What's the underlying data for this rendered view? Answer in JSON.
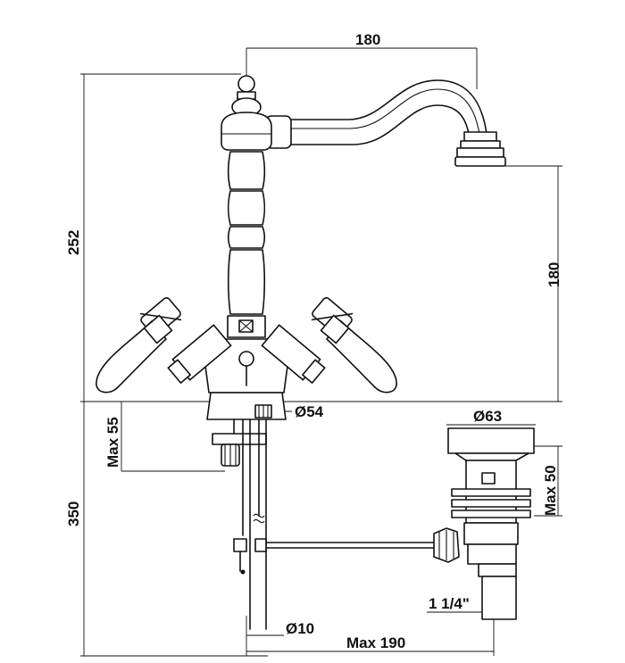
{
  "dimensions": {
    "spout_reach": "180",
    "total_height": "252",
    "spout_height": "180",
    "deck_hole": "Ø54",
    "max_deck": "Max 55",
    "below_deck": "350",
    "waste_diameter": "Ø63",
    "waste_max": "Max 50",
    "waste_thread": "1 1/4\"",
    "rod_diameter": "Ø10",
    "rod_reach": "Max 190"
  }
}
